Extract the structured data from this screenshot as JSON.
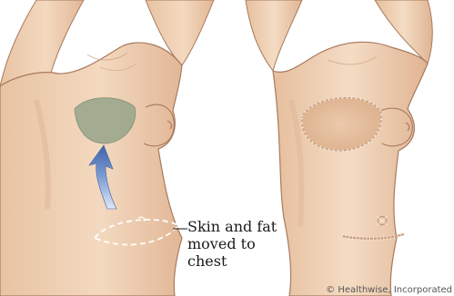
{
  "callout": {
    "lines": [
      "Skin and fat",
      "moved to",
      "chest"
    ]
  },
  "copyright": "© Healthwise, Incorporated",
  "colors": {
    "skin": "#f1d4b8",
    "skin_shadow": "#dcae8b",
    "outline": "#a77a5e",
    "donor_area": "#9fa98f",
    "arrow": "#4c72b6",
    "reconstruction": "#e6c1a2"
  }
}
